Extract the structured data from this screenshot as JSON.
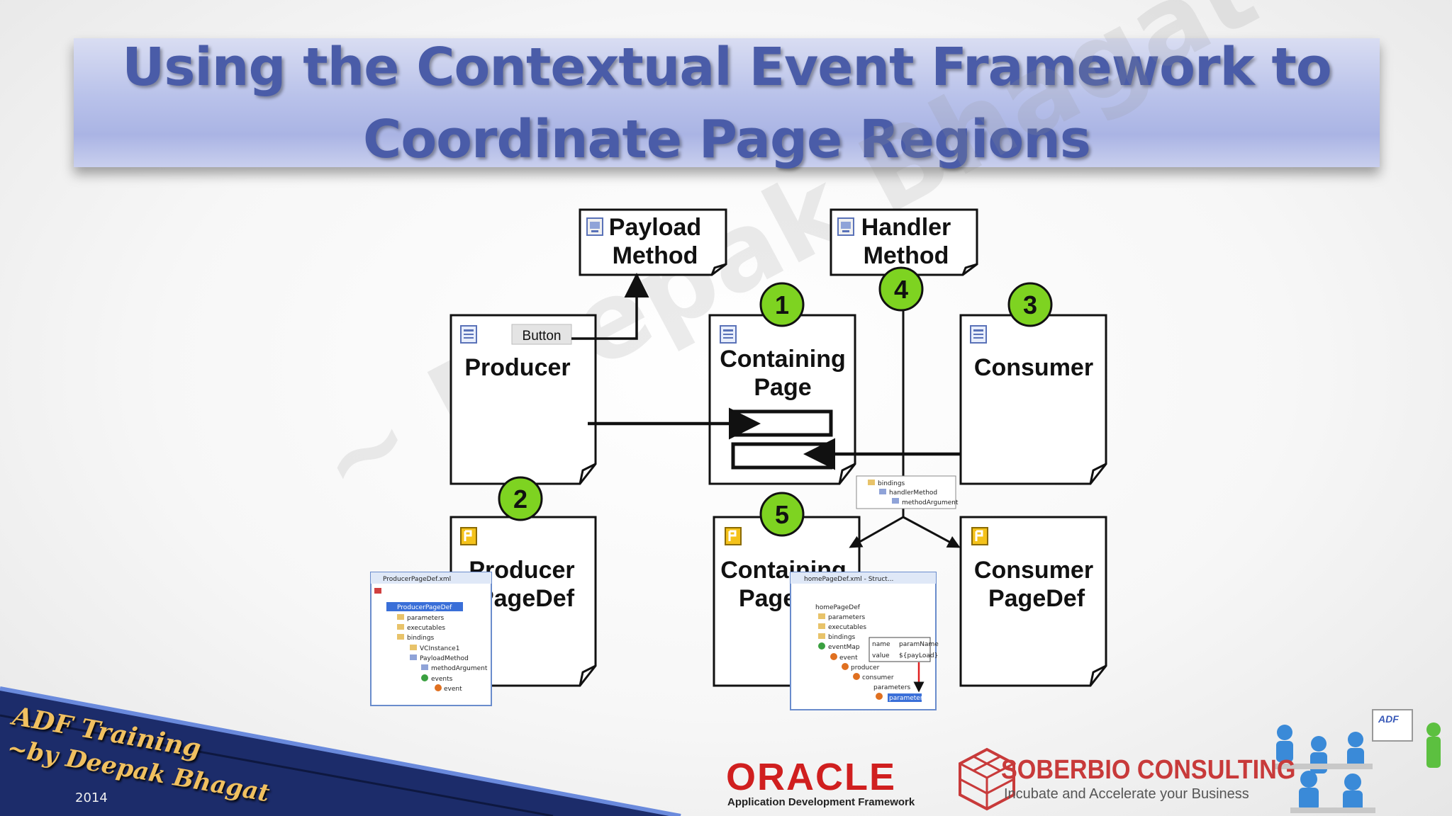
{
  "slide": {
    "title_line1": "Using the Contextual Event Framework to",
    "title_line2": "Coordinate Page Regions",
    "watermark": "~ Deepak Bhagat"
  },
  "diagram": {
    "payload_method": [
      "Payload",
      "Method"
    ],
    "handler_method": [
      "Handler",
      "Method"
    ],
    "producer": "Producer",
    "button_label": "Button",
    "containing_page": [
      "Containing",
      "Page"
    ],
    "consumer": "Consumer",
    "producer_pagedef": [
      "Producer",
      "PageDef"
    ],
    "containing_pagedef": [
      "Containing",
      "PageDef"
    ],
    "consumer_pagedef": [
      "Consumer",
      "PageDef"
    ],
    "step_numbers": [
      "1",
      "2",
      "3",
      "4",
      "5"
    ],
    "step_color": "#7ed321"
  },
  "screenshots": {
    "producer_tree": {
      "title": "ProducerPageDef.xml",
      "items": [
        "ProducerPageDef",
        "parameters",
        "executables",
        "bindings",
        "VCInstance1",
        "PayloadMethod",
        "methodArgument",
        "events",
        "event"
      ]
    },
    "containing_tree": {
      "title": "homePageDef.xml - Struct...",
      "items": [
        "homePageDef",
        "parameters",
        "executables",
        "bindings",
        "eventMap",
        "event",
        "producer",
        "consumer",
        "parameters",
        "parameter"
      ],
      "callout_rows": [
        [
          "name",
          "paramName"
        ],
        [
          "value",
          "${payLoad}"
        ]
      ]
    },
    "handler_tree": {
      "items": [
        "bindings",
        "handlerMethod",
        "methodArgument"
      ]
    }
  },
  "footer": {
    "training_line1": "ADF Training",
    "training_line2": "~by Deepak Bhagat",
    "year": "2014",
    "oracle_logo": "ORACLE",
    "oracle_sub": "Application Development Framework",
    "company_name": "SOBERBIO CONSULTING",
    "company_tagline": "Incubate and Accelerate your Business",
    "classroom_board": "ADF"
  }
}
